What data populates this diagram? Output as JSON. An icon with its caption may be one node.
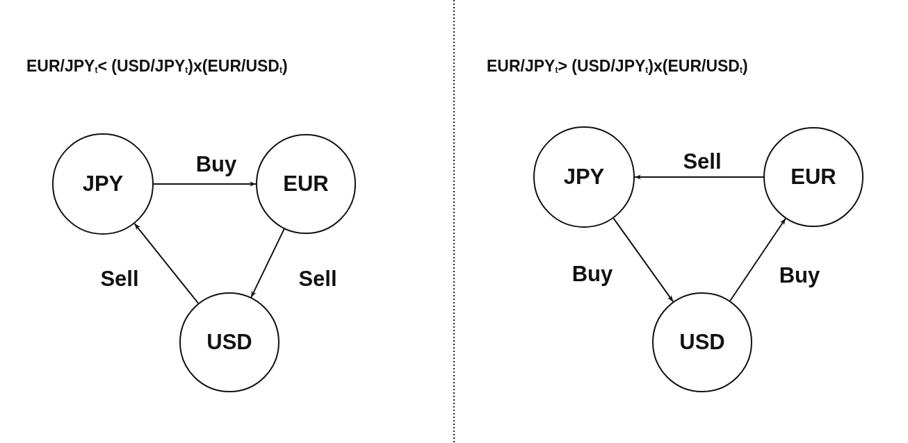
{
  "diagram": {
    "nodes": [
      {
        "text": [
          "JPY"
        ]
      },
      {
        "text": [
          "EUR"
        ]
      },
      {
        "text": [
          "USD"
        ]
      },
      {
        "text": [
          "JPY"
        ]
      },
      {
        "text": [
          "EUR"
        ]
      },
      {
        "text": [
          "USD"
        ]
      }
    ],
    "edges": [
      {
        "from": 0,
        "to": 1,
        "arrow": "to",
        "label": "Buy"
      },
      {
        "from": 1,
        "to": 2,
        "arrow": "to",
        "label": "Sell"
      },
      {
        "from": 2,
        "to": 0,
        "arrow": "to",
        "label": "Sell"
      },
      {
        "from": 4,
        "to": 3,
        "arrow": "to",
        "label": "Sell"
      },
      {
        "from": 3,
        "to": 5,
        "arrow": "to",
        "label": "Buy"
      },
      {
        "from": 5,
        "to": 4,
        "arrow": "to",
        "label": "Buy"
      }
    ],
    "labels": [
      "EUR/JPY$_{t}$< (USD/JPY$_{t}$)x(EUR/USD$_{t}$)",
      "EUR/JPY$_{t}$> (USD/JPY$_{t}$)x(EUR/USD$_{t}$)"
    ]
  }
}
